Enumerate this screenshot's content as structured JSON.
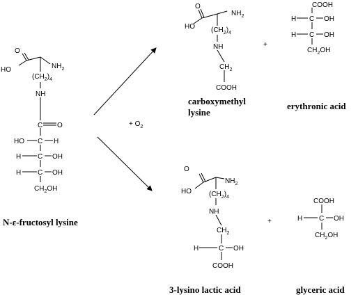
{
  "reactant": {
    "name": "N-ε-fructosyl lysine",
    "labels": {
      "ho": "HO",
      "o": "O",
      "nh": "NH",
      "chain": "(CH",
      "chain_sub": "2",
      "chain_end": ")",
      "chain_n": "4",
      "nh2": "NH",
      "nh2_sub": "2"
    },
    "rows": [
      {
        "left": "",
        "c": "C",
        "right": "O"
      },
      {
        "left": "HO",
        "c": "C",
        "right": "H"
      },
      {
        "left": "H",
        "c": "C",
        "right": "OH"
      },
      {
        "left": "H",
        "c": "C",
        "right": "OH"
      }
    ],
    "bottom": "CH",
    "bottom_sub": "2",
    "bottom_end": "OH"
  },
  "reagent": {
    "text": "+ O",
    "sub": "2"
  },
  "top_products": {
    "cml": {
      "name_line1": "carboxymethyl",
      "name_line2": "lysine",
      "ho": "HO",
      "o": "O",
      "nh2": "NH",
      "nh2_sub": "2",
      "chain": "(CH",
      "chain_sub": "2",
      "chain_end": ")",
      "chain_n": "4",
      "nh": "NH",
      "ch2": "CH",
      "ch2_sub": "2",
      "cooh": "COOH"
    },
    "plus": "+",
    "erythronic": {
      "name": "erythronic acid",
      "top": "COOH",
      "rows": [
        {
          "left": "H",
          "c": "C",
          "right": "OH"
        },
        {
          "left": "H",
          "c": "C",
          "right": "OH"
        }
      ],
      "bottom": "CH",
      "bottom_sub": "2",
      "bottom_end": "OH"
    }
  },
  "bottom_products": {
    "lactic": {
      "name": "3-lysino lactic acid",
      "ho": "HO",
      "o": "O",
      "nh2": "NH",
      "nh2_sub": "2",
      "chain": "(CH",
      "chain_sub": "2",
      "chain_end": ")",
      "chain_n": "4",
      "nh": "NH",
      "ch2": "CH",
      "ch2_sub": "2",
      "row": {
        "left": "H",
        "c": "C",
        "right": "OH"
      },
      "cooh": "COOH"
    },
    "plus": "+",
    "glyceric": {
      "name": "glyceric acid",
      "top": "COOH",
      "row": {
        "left": "H",
        "c": "C",
        "right": "OH"
      },
      "bottom": "CH",
      "bottom_sub": "2",
      "bottom_end": "OH"
    }
  }
}
